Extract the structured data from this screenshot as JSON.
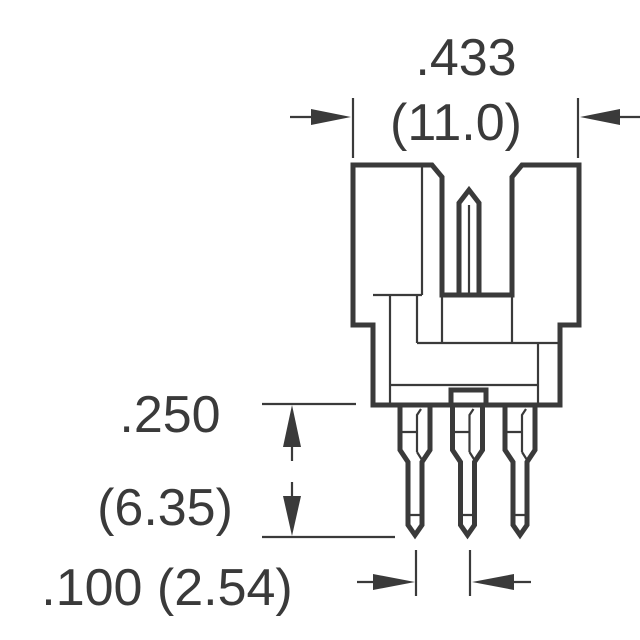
{
  "drawing": {
    "width_dimension": {
      "inch": ".433",
      "mm": "(11.0)"
    },
    "pin_length_dimension": {
      "inch": ".250",
      "mm": "(6.35)"
    },
    "pitch_dimension": {
      "label": ".100 (2.54)"
    },
    "pin_count": 3,
    "line_color": "#3a3a3a"
  }
}
